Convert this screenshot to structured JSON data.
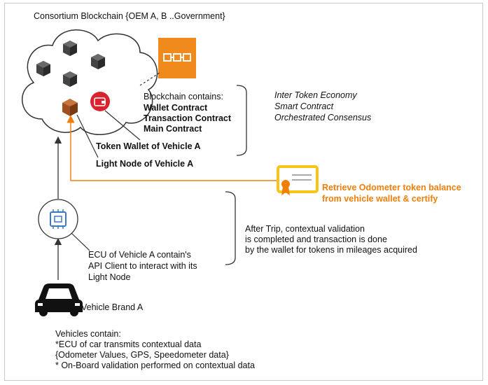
{
  "title": "Consortium Blockchain {OEM A, B ..Government}",
  "blockchain_box": {
    "heading": "Blockchain contains:",
    "items": [
      "Wallet Contract",
      "Transaction Contract",
      "Main Contract"
    ]
  },
  "economy_notes": [
    "Inter Token Economy",
    "Smart Contract",
    "Orchestrated Consensus"
  ],
  "token_wallet_label": "Token Wallet of Vehicle A",
  "light_node_label": "Light Node of Vehicle A",
  "certify_label": [
    "Retrieve Odometer token balance",
    "from vehicle wallet & certify"
  ],
  "trip_note": [
    "After Trip, contextual validation",
    "is completed and transaction is done",
    "by the wallet for tokens in mileages acquired"
  ],
  "ecu_label": [
    "ECU of Vehicle A contain's",
    " API Client to interact with its",
    "Light Node"
  ],
  "vehicle_label": "Vehicle Brand A",
  "vehicles_note": [
    "Vehicles contain:",
    "*ECU of car transmits contextual data",
    "{Odometer Values, GPS, Speedometer data}",
    "* On-Board validation performed on contextual data"
  ],
  "icons": {
    "chain": "blockchain-chain-icon",
    "wallet": "wallet-icon",
    "certificate": "certificate-icon",
    "chip": "ecu-chip-icon",
    "car": "car-icon",
    "node": "node-cube-icon"
  },
  "colors": {
    "orange": "#f07f09",
    "chain_bg": "#f08a1c",
    "wallet_red": "#d9242f",
    "cube_dark": "#3a3a3a",
    "light_node_brown": "#a0501e",
    "chip_blue": "#3b78c2",
    "cert_yellow": "#f5c518"
  }
}
